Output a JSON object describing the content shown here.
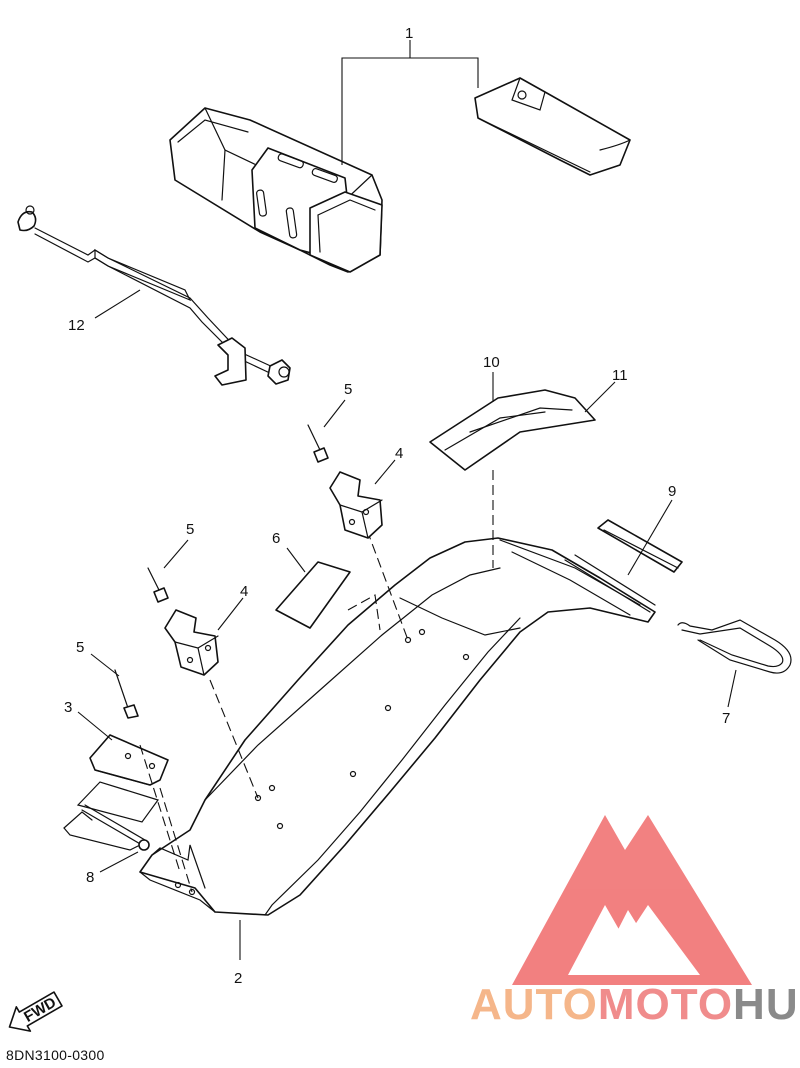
{
  "callouts": {
    "c1": "1",
    "c2": "2",
    "c3": "3",
    "c4a": "4",
    "c4b": "4",
    "c5a": "5",
    "c5b": "5",
    "c5c": "5",
    "c6": "6",
    "c7": "7",
    "c8": "8",
    "c9": "9",
    "c10": "10",
    "c11": "11",
    "c12": "12"
  },
  "fwd_label": "FWD",
  "diagram_code": "8DN3100-0300",
  "watermark": {
    "part1": "AUTO",
    "part2": "MOTO",
    "part3": "HUB",
    "color1": "#f5b68a",
    "color2": "#f08c8c",
    "color3": "#8a8a8a",
    "logo_color": "#f06b6b"
  }
}
